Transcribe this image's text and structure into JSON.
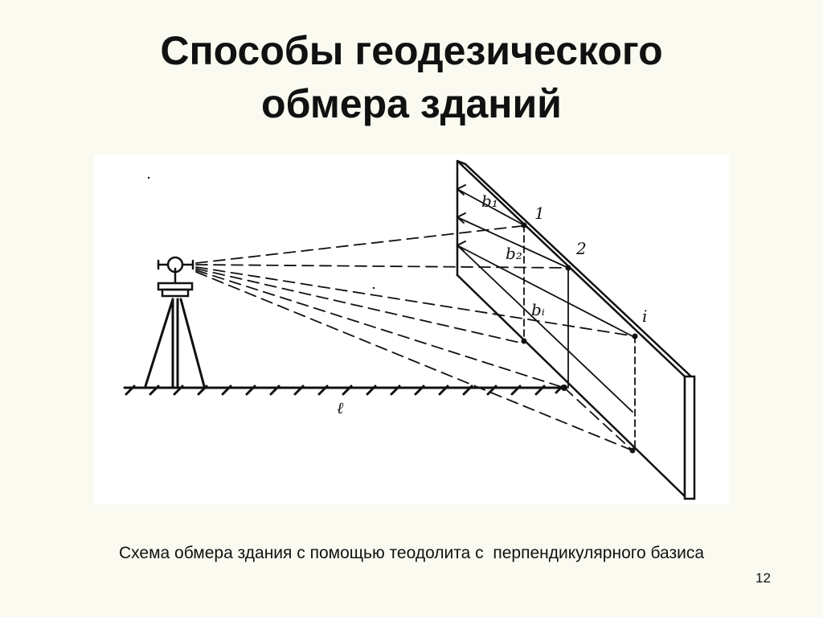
{
  "slide": {
    "title_line1": "Способы геодезического",
    "title_line2": "обмера зданий",
    "caption": "Схема обмера здания с помощью теодолита с  перпендикулярного базиса",
    "page_number": "12"
  },
  "diagram": {
    "labels": {
      "b1": "b₁",
      "b2": "b₂",
      "bi": "bᵢ",
      "p1": "1",
      "p2": "2",
      "pi": "i",
      "base": "ℓ"
    }
  }
}
